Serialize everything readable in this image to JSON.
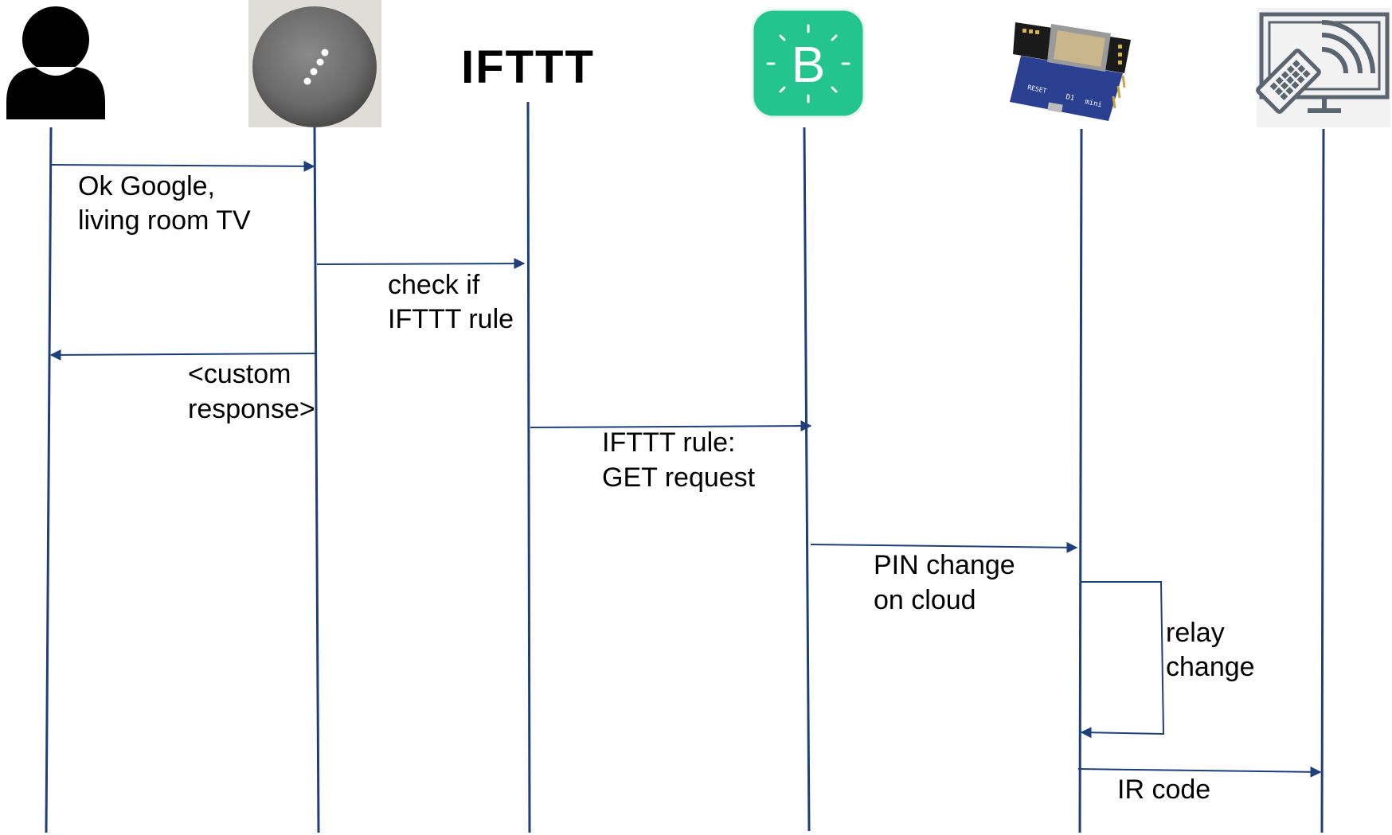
{
  "colors": {
    "lifeline": "#1f3f7a",
    "text": "#000000",
    "blynk_green": "#23c48e",
    "tv_icon": "#5a6570",
    "speaker_body": "#6f6f6f",
    "board_blue": "#2a3f8f"
  },
  "participants": [
    {
      "id": "user",
      "icon": "person-icon"
    },
    {
      "id": "speaker",
      "icon": "google-home-mini-photo"
    },
    {
      "id": "ifttt",
      "icon": "ifttt-logo",
      "label": "IFTTT"
    },
    {
      "id": "blynk",
      "icon": "blynk-logo",
      "label": "B"
    },
    {
      "id": "board",
      "icon": "wemos-d1-mini-board-photo",
      "board_text": [
        "RESET",
        "D1",
        "mini"
      ]
    },
    {
      "id": "tv",
      "icon": "tv-remote-icon"
    }
  ],
  "messages": [
    {
      "from": "user",
      "to": "speaker",
      "lines": [
        "Ok Google,",
        "living room TV"
      ]
    },
    {
      "from": "speaker",
      "to": "ifttt",
      "lines": [
        "check if",
        "IFTTT rule"
      ]
    },
    {
      "from": "speaker",
      "to": "user",
      "lines": [
        "<custom",
        "response>"
      ]
    },
    {
      "from": "ifttt",
      "to": "blynk",
      "lines": [
        "IFTTT rule:",
        "GET request"
      ]
    },
    {
      "from": "blynk",
      "to": "board",
      "lines": [
        "PIN change",
        "on cloud"
      ]
    },
    {
      "from": "board",
      "to": "board",
      "lines": [
        "relay",
        "change"
      ]
    },
    {
      "from": "board",
      "to": "tv",
      "lines": [
        "IR code"
      ]
    }
  ]
}
